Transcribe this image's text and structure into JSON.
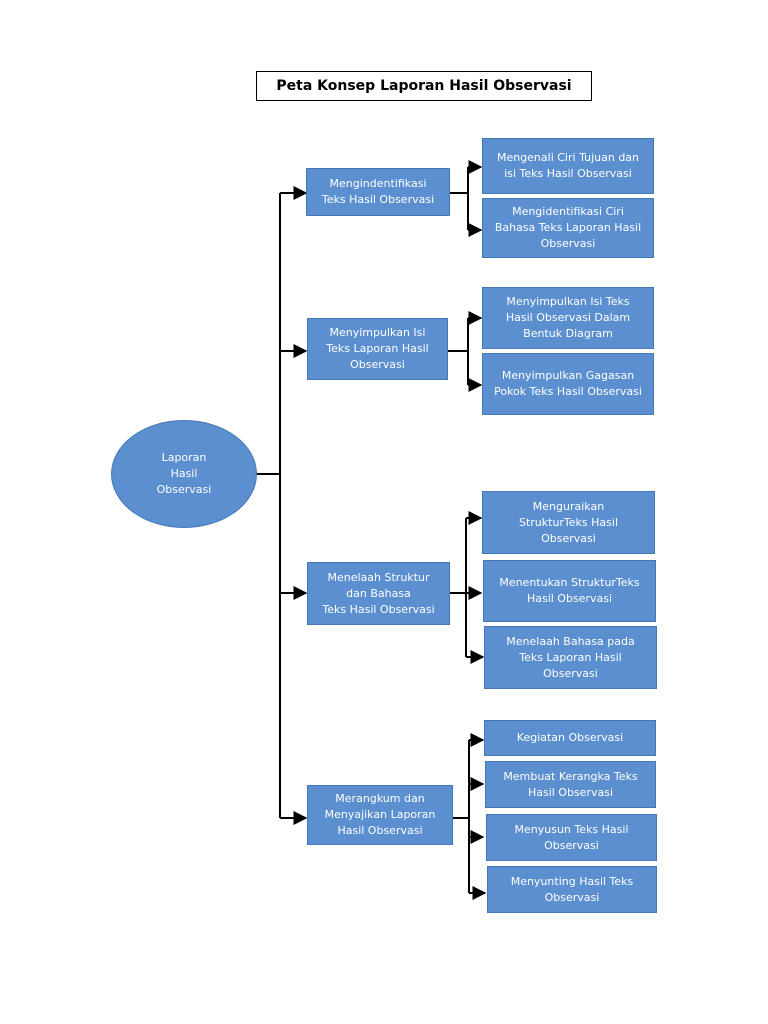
{
  "title": "Peta Konsep Laporan Hasil Observasi",
  "colors": {
    "box_fill": "#5b8fd0",
    "box_border": "#4577b7",
    "text": "#ffffff",
    "line": "#000000"
  },
  "root": {
    "label": "Laporan\nHasil\nObservasi"
  },
  "branches": [
    {
      "label": "Mengindentifikasi\nTeks  Hasil Observasi",
      "children": [
        "Mengenali Ciri Tujuan dan\nisi Teks Hasil Observasi",
        "Mengidentifikasi Ciri\nBahasa Teks Laporan Hasil\nObservasi"
      ]
    },
    {
      "label": "Menyimpulkan Isi\nTeks  Laporan Hasil\nObservasi",
      "children": [
        "Menyimpulkan  Isi Teks\nHasil Observasi Dalam\nBentuk Diagram",
        "Menyimpulkan  Gagasan\nPokok Teks Hasil Observasi"
      ]
    },
    {
      "label": "Menelaah Struktur\ndan Bahasa\nTeks   Hasil Observasi",
      "children": [
        "Menguraikan\nStrukturTeks Hasil\nObservasi",
        "Menentukan StrukturTeks\nHasil Observasi",
        "Menelaah Bahasa pada\nTeks Laporan Hasil\nObservasi"
      ]
    },
    {
      "label": "Merangkum dan\nMenyajikan Laporan\nHasil Observasi",
      "children": [
        "Kegiatan Observasi",
        "Membuat Kerangka Teks\nHasil Observasi",
        "Menyusun Teks Hasil\nObservasi",
        "Menyunting  Hasil Teks\nObservasi"
      ]
    }
  ]
}
